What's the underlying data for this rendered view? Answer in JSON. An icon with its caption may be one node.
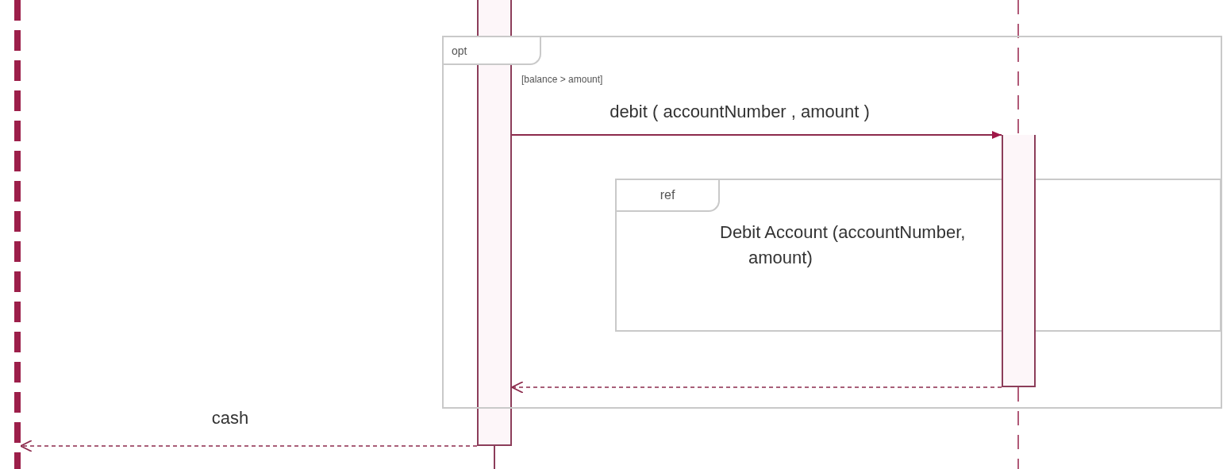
{
  "diagram": {
    "nodes": [
      {
        "text": [
          "opt",
          "[balance > amount]"
        ]
      },
      {
        "text": [
          "ref",
          "Debit Account (accountNumber, amount)"
        ],
        "in": 0
      },
      {
        "text": [],
        "shape": "bar"
      },
      {
        "text": [],
        "shape": "bar",
        "in": 0
      },
      {
        "text": [],
        "shape": "line"
      }
    ],
    "edges": [
      {
        "from": 2,
        "to": 3,
        "arrow": "to",
        "label": "debit ( accountNumber , amount )"
      },
      {
        "from": 3,
        "to": 2,
        "arrow": "to",
        "style": "dashed"
      },
      {
        "from": 2,
        "to": 4,
        "arrow": "to",
        "style": "dashed",
        "label": "cash"
      }
    ]
  }
}
